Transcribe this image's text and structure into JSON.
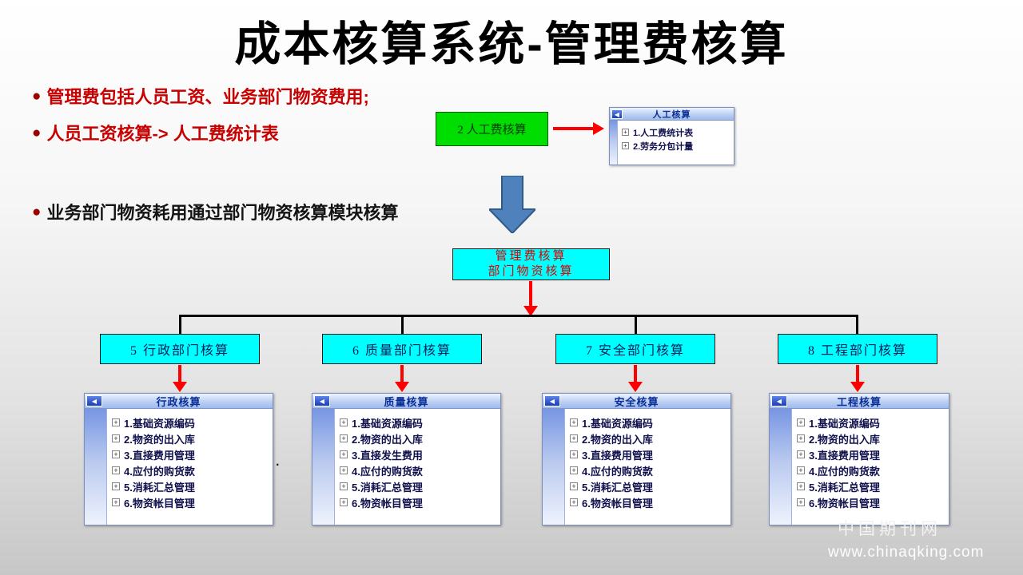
{
  "slide": {
    "title": "成本核算系统-管理费核算",
    "bullet_marker": "●",
    "bullets": [
      "管理费包括人员工资、业务部门物资费用;",
      "人员工资核算-> 人工费统计表",
      "业务部门物资耗用通过部门物资核算模块核算"
    ],
    "stray_dot": "."
  },
  "icons": {
    "back": "◀",
    "expand": "+"
  },
  "labor_flow": {
    "box_label": "2 人工费核算",
    "window": {
      "title": "人工核算",
      "items": [
        "1.人工费统计表",
        "2.劳务分包计量"
      ]
    }
  },
  "dept_flow": {
    "root_line1": "管理费核算",
    "root_line2": "部门物资核算",
    "branches": [
      {
        "box_label": "5 行政部门核算",
        "window": {
          "title": "行政核算",
          "items": [
            "1.基础资源编码",
            "2.物资的出入库",
            "3.直接费用管理",
            "4.应付的购货款",
            "5.消耗汇总管理",
            "6.物资帐目管理"
          ]
        }
      },
      {
        "box_label": "6 质量部门核算",
        "window": {
          "title": "质量核算",
          "items": [
            "1.基础资源编码",
            "2.物资的出入库",
            "3.直接发生费用",
            "4.应付的购货款",
            "5.消耗汇总管理",
            "6.物资帐目管理"
          ]
        }
      },
      {
        "box_label": "7 安全部门核算",
        "window": {
          "title": "安全核算",
          "items": [
            "1.基础资源编码",
            "2.物资的出入库",
            "3.直接费用管理",
            "4.应付的购货款",
            "5.消耗汇总管理",
            "6.物资帐目管理"
          ]
        }
      },
      {
        "box_label": "8 工程部门核算",
        "window": {
          "title": "工程核算",
          "items": [
            "1.基础资源编码",
            "2.物资的出入库",
            "3.直接费用管理",
            "4.应付的购货款",
            "5.消耗汇总管理",
            "6.物资帐目管理"
          ]
        }
      }
    ]
  },
  "watermark": {
    "line1": "中国期刊网",
    "line2": "www.chinaqking.com"
  },
  "colors": {
    "bullet_red": "#c80000",
    "labor_box_green": "#00dd00",
    "flow_box_cyan": "#00ffff",
    "arrow_red": "#ff0000",
    "block_arrow_blue": "#4f81bd",
    "window_title_navy": "#0a2f96"
  }
}
